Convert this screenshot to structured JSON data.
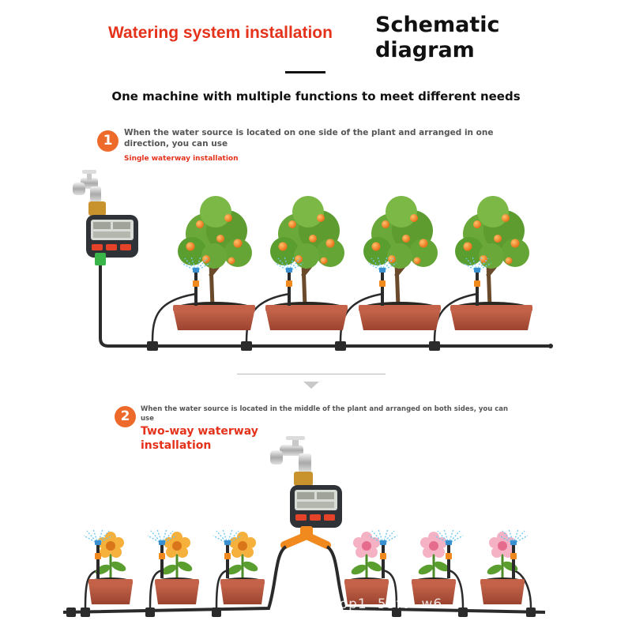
{
  "title": {
    "red": "Watering system installation",
    "black": "Schematic diagram"
  },
  "subtitle": "One machine with multiple functions to meet different needs",
  "step1": {
    "number": "1",
    "description": "When the water source is located on one side of the plant and arranged in one direction, you can use",
    "label": "Single waterway installation"
  },
  "step2": {
    "number": "2",
    "description": "When the water source is located in the middle of the plant and arranged on both sides, you can use",
    "label": "Two-way waterway installation"
  },
  "watermark": "top1   55f6   w6",
  "colors": {
    "accent_red": "#e4321b",
    "badge_orange": "#ee6a2a",
    "pipe": "#2b2b2b",
    "pot": "#b5553c",
    "fruit": "#f28a1f",
    "leaf": "#5a9e2f",
    "timer_body": "#2f3236"
  }
}
